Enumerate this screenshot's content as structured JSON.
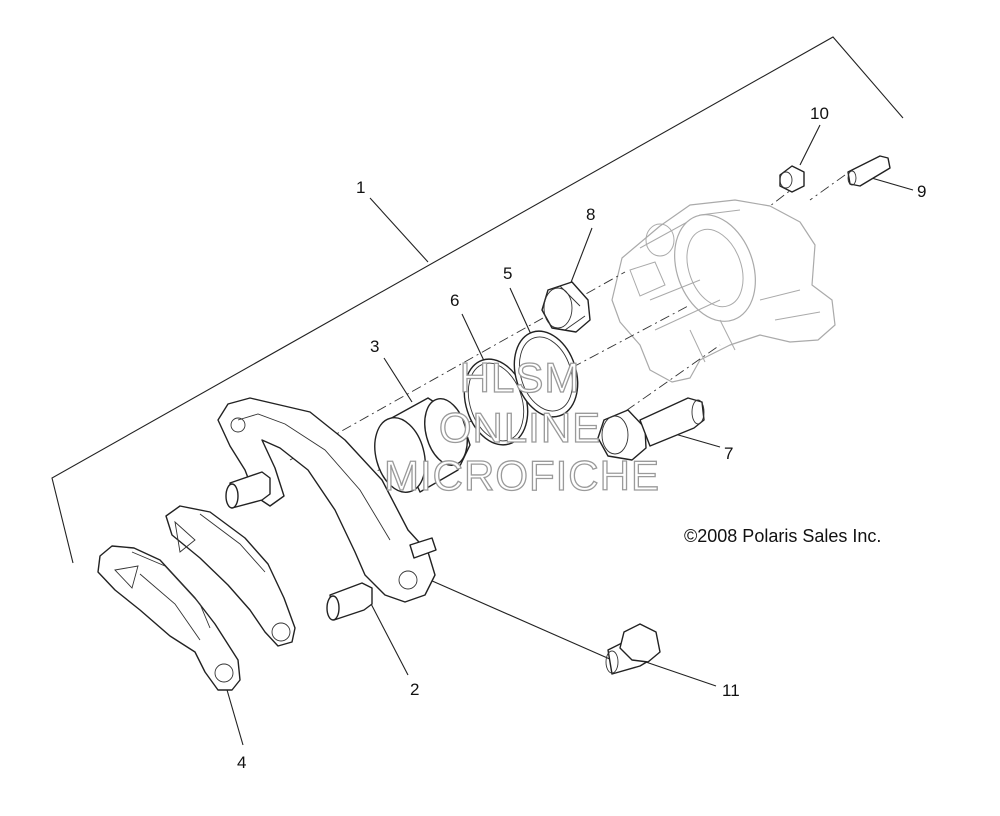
{
  "diagram": {
    "copyright": "©2008 Polaris Sales Inc.",
    "watermark": [
      "HLSM",
      "ONLINE",
      "MICROFICHE"
    ],
    "callouts": [
      "1",
      "2",
      "3",
      "4",
      "5",
      "6",
      "7",
      "8",
      "9",
      "10",
      "11"
    ]
  }
}
